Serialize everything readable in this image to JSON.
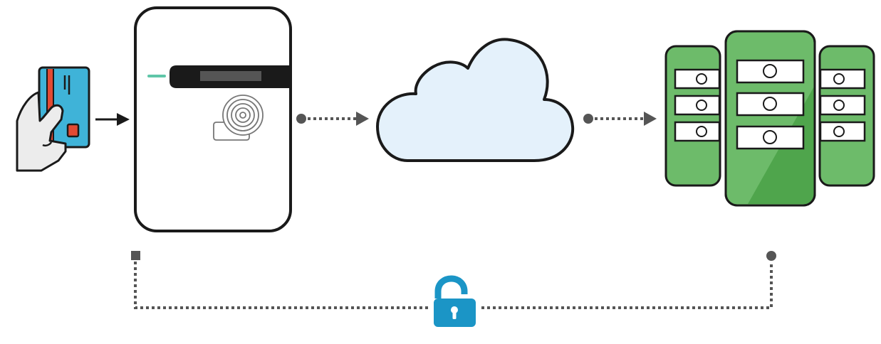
{
  "diagram": {
    "nodes": [
      {
        "id": "hand-card",
        "icon": "hand-holding-card-icon"
      },
      {
        "id": "terminal",
        "icon": "payment-terminal-icon"
      },
      {
        "id": "cloud",
        "icon": "cloud-icon"
      },
      {
        "id": "servers",
        "icon": "server-rack-icon"
      }
    ],
    "edges": [
      {
        "from": "hand-card",
        "to": "terminal",
        "style": "solid-arrow"
      },
      {
        "from": "terminal",
        "to": "cloud",
        "style": "dotted-arrow"
      },
      {
        "from": "cloud",
        "to": "servers",
        "style": "dotted-arrow"
      },
      {
        "from": "terminal",
        "to": "servers",
        "style": "dotted-link",
        "icon": "unlocked-padlock-icon"
      }
    ]
  },
  "colors": {
    "outline": "#1a1a1a",
    "card_blue": "#3fb3d8",
    "card_red": "#e24a33",
    "teal_led": "#5fc6a8",
    "cloud_fill": "#e4f1fb",
    "server_green": "#6dbb6a",
    "server_green_dark": "#4fa54c",
    "connector_gray": "#555555",
    "lock_blue": "#1b95c6"
  }
}
